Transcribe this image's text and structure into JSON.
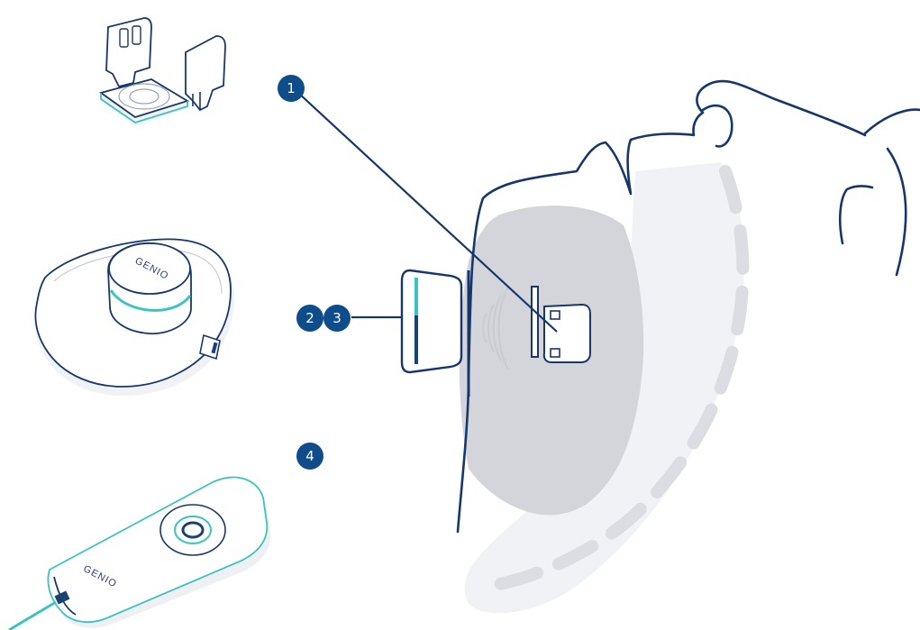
{
  "badges": [
    {
      "label": "1"
    },
    {
      "label": "2"
    },
    {
      "label": "3"
    },
    {
      "label": "4"
    }
  ],
  "brand": {
    "stimulator_label": "GENIO",
    "charger_label": "GENIO"
  },
  "colors": {
    "navy": "#1c4273",
    "outline": "#17376a",
    "teal": "#3cc3c0",
    "shadow_gray": "#dcdde2",
    "tongue_gray": "#d4d5da",
    "badge": "#0f4d8a"
  }
}
